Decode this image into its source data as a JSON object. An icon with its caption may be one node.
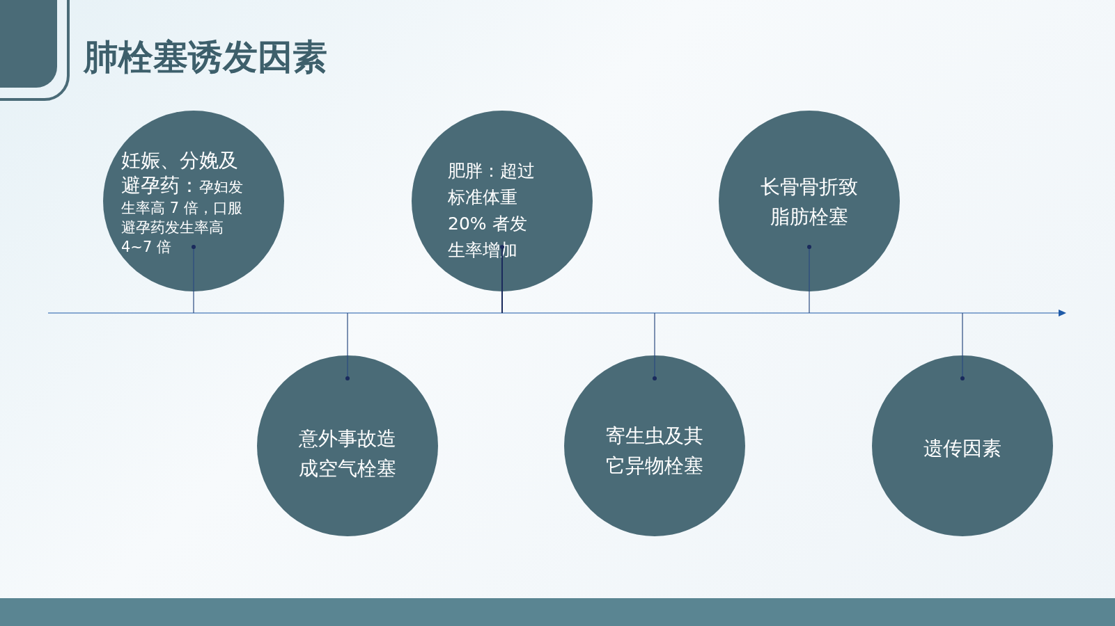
{
  "diagram": {
    "title": "肺栓塞诱发因素",
    "nodes": [
      {
        "text": [
          "妊娠、分娩及避孕药：",
          "孕妇发生率高 7 倍，口服避孕药发生率高 4~7 倍"
        ]
      },
      {
        "text": [
          "肥胖：超过标准体重20% 者发生率增加"
        ]
      },
      {
        "text": [
          "长骨骨折致脂肪栓塞"
        ]
      },
      {
        "text": [
          "意外事故造成空气栓塞"
        ]
      },
      {
        "text": [
          "寄生虫及其它异物栓塞"
        ]
      },
      {
        "text": [
          "遗传因素"
        ]
      },
      {
        "text": [],
        "shape": "arrow"
      }
    ],
    "edges": [
      {
        "from": 0,
        "to": 6,
        "arrow": "other"
      },
      {
        "from": 1,
        "to": 6,
        "arrow": "other",
        "color": "#1a2a5c"
      },
      {
        "from": 2,
        "to": 6,
        "arrow": "other"
      },
      {
        "from": 3,
        "to": 6,
        "arrow": "other"
      },
      {
        "from": 4,
        "to": 6,
        "arrow": "other"
      },
      {
        "from": 5,
        "to": 6,
        "arrow": "other"
      }
    ]
  }
}
